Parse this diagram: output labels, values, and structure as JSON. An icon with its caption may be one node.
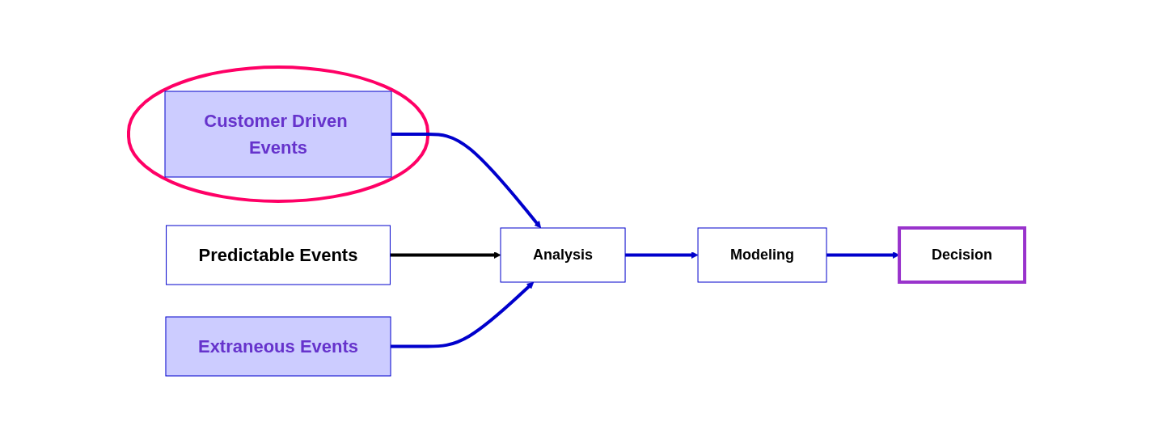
{
  "diagram": {
    "nodes": [
      {
        "text": [],
        "shape": "ellipse"
      },
      {
        "text": [
          "Customer Driven Events"
        ],
        "in": 0
      },
      {
        "text": [
          "Predictable Events"
        ]
      },
      {
        "text": [
          "Extraneous Events"
        ]
      },
      {
        "text": [
          "Analysis"
        ]
      },
      {
        "text": [
          "Modeling"
        ]
      },
      {
        "text": [
          "Decision"
        ]
      }
    ],
    "edges": [
      {
        "from": 1,
        "to": 4,
        "arrow": "to"
      },
      {
        "from": 2,
        "to": 4,
        "arrow": "to",
        "color": "#000000"
      },
      {
        "from": 3,
        "to": 4,
        "arrow": "to"
      },
      {
        "from": 4,
        "to": 5,
        "arrow": "to"
      },
      {
        "from": 5,
        "to": 6,
        "arrow": "to"
      }
    ]
  }
}
